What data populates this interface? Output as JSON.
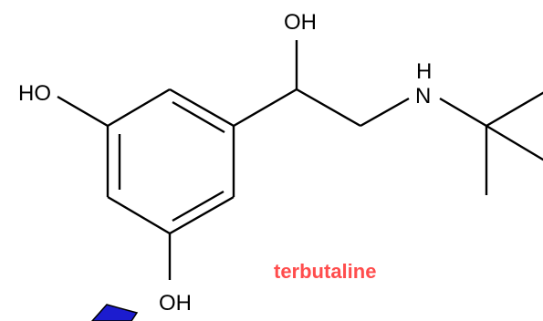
{
  "molecule": {
    "name": "terbutaline",
    "name_color": "#ff4d4d",
    "bond_color": "#000000",
    "labels": {
      "oh_top": "OH",
      "oh_left": "HO",
      "oh_bottom": "OH",
      "nh_n": "N",
      "nh_h": "H"
    }
  },
  "cursor": {
    "icon": "arrow-pointer-icon",
    "color": "#1c1ccf"
  }
}
